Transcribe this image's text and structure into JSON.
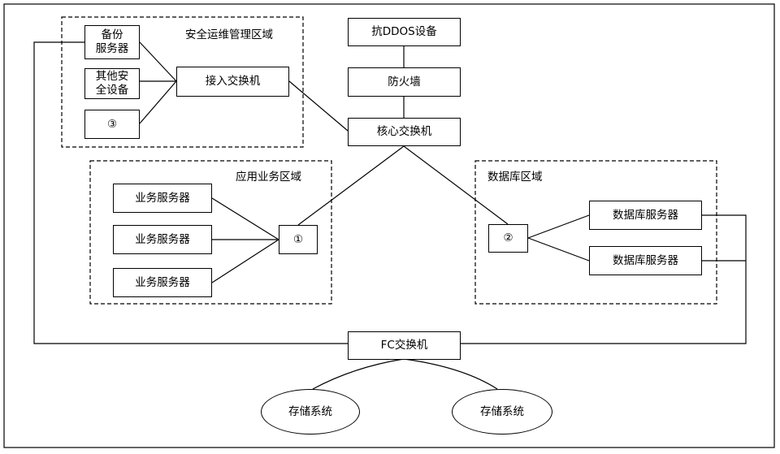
{
  "zones": {
    "security_ops": "安全运维管理区域",
    "application": "应用业务区域",
    "database": "数据库区域"
  },
  "nodes": {
    "backup_server": [
      "备份",
      "服务器"
    ],
    "other_security": [
      "其他安",
      "全设备"
    ],
    "circle_3": "③",
    "access_switch": "接入交换机",
    "anti_ddos": "抗DDOS设备",
    "firewall": "防火墙",
    "core_switch": "核心交换机",
    "business_server_1": "业务服务器",
    "business_server_2": "业务服务器",
    "business_server_3": "业务服务器",
    "circle_1": "①",
    "circle_2": "②",
    "db_server_1": "数据库服务器",
    "db_server_2": "数据库服务器",
    "fc_switch": "FC交换机",
    "storage_1": "存储系统",
    "storage_2": "存储系统"
  }
}
